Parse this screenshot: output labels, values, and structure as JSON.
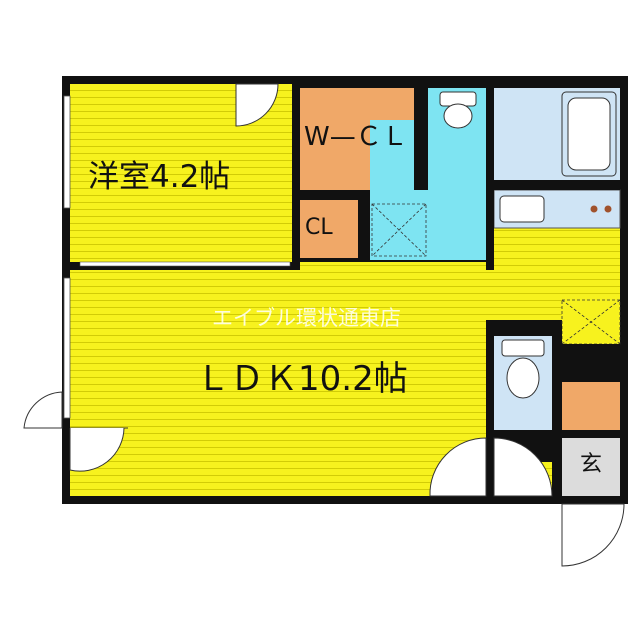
{
  "colors": {
    "floor": "#f7f21e",
    "floor_lines": "#c9c300",
    "wall": "#111111",
    "closet": "#f0a868",
    "wet_area": "#7ee4f2",
    "bath": "#cfe4f5",
    "entrance": "#dcdcdc",
    "watermark": "#ffffff"
  },
  "rooms": {
    "western_room": "洋室4.2帖",
    "walk_in_closet": "W—ＣＬ",
    "closet": "CL",
    "ldk": "ＬＤＫ10.2帖",
    "entrance": "玄"
  },
  "watermark": "エイブル環状通東店",
  "icons": [
    "door-swing-icon",
    "toilet-icon",
    "bathtub-icon",
    "sink-icon",
    "washer-pan-icon",
    "kitchen-stove-icon",
    "refrigerator-space-icon"
  ]
}
